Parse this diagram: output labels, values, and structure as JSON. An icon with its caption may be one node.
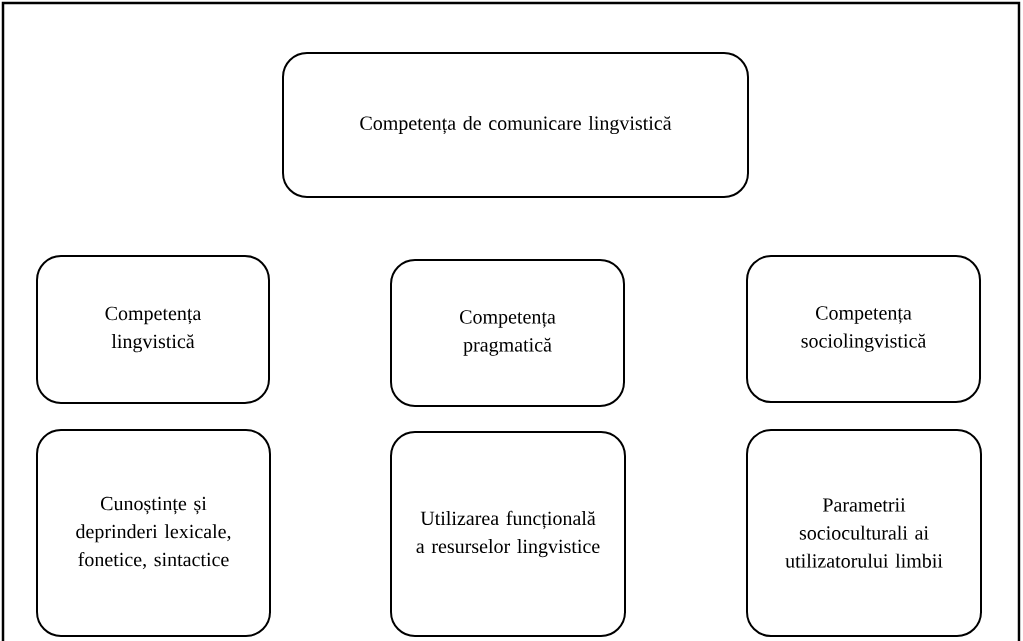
{
  "diagram": {
    "nodes": [
      {
        "text": [
          "Competența de comunicare lingvistică"
        ]
      },
      {
        "text": [
          "Competența lingvistică"
        ]
      },
      {
        "text": [
          "Competența pragmatică"
        ]
      },
      {
        "text": [
          "Competența sociolingvistică"
        ]
      },
      {
        "text": [
          "Cunoștințe și deprinderi lexicale, fonetice, sintactice"
        ]
      },
      {
        "text": [
          "Utilizarea funcțională a resurselor lingvistice"
        ]
      },
      {
        "text": [
          "Parametrii socioculturali ai utilizatorului limbii"
        ]
      }
    ]
  }
}
